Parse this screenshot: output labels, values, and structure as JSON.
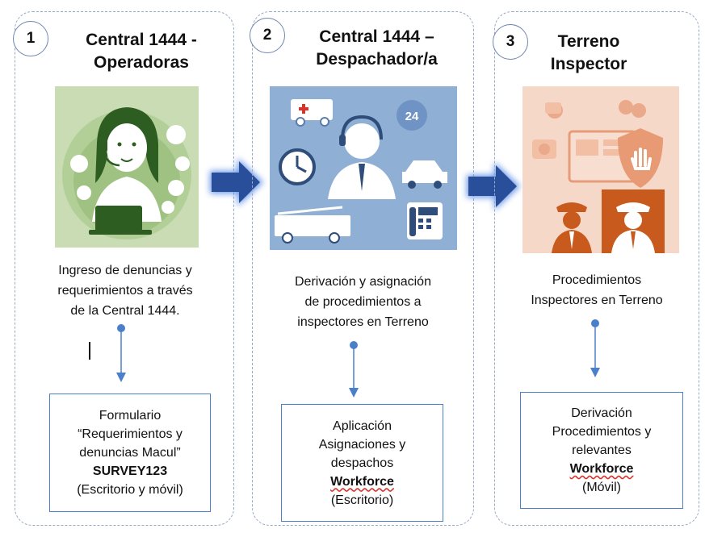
{
  "steps": [
    {
      "number": "1",
      "title": "Central 1444 -\nOperadoras",
      "description": "Ingreso de denuncias y\nrequerimientos a través\nde la Central 1444.",
      "box": {
        "lines": [
          "Formulario",
          "“Requerimientos y",
          "denuncias Macul”"
        ],
        "bold": "SURVEY123",
        "after": "(Escritorio y móvil)"
      }
    },
    {
      "number": "2",
      "title": "Central 1444 –\nDespachador/a",
      "description": "Derivación y asignación\nde procedimientos a\ninspectores en Terreno",
      "box": {
        "lines": [
          "Aplicación",
          "Asignaciones y",
          "despachos"
        ],
        "bold": "Workforce",
        "after": "(Escritorio)"
      }
    },
    {
      "number": "3",
      "title": "Terreno\nInspector",
      "description": "Procedimientos\nInspectores en Terreno",
      "box": {
        "lines": [
          "Derivación",
          "Procedimientos y",
          "relevantes"
        ],
        "bold": "Workforce",
        "after": "(Móvil)"
      }
    }
  ],
  "illustration_numbers": {
    "clock_badge": "24"
  },
  "colors": {
    "panel_border": "#9aa9c4",
    "box_border": "#4a7fc9",
    "connector": "#4a7fc9",
    "arrow": "#2a4f9a",
    "illus1_bg": "#c9dcb4",
    "illus2_bg": "#8fb0d4",
    "illus3_bg": "#f6d8c8",
    "illus3_orange": "#c95a1e"
  },
  "icons": [
    "headset-operator-icon",
    "ambulance-icon",
    "24h-phone-icon",
    "clock-icon",
    "dispatcher-icon",
    "taxi-icon",
    "fire-truck-icon",
    "desk-phone-icon",
    "shield-hand-icon",
    "inspector-icon",
    "right-arrow-icon"
  ]
}
